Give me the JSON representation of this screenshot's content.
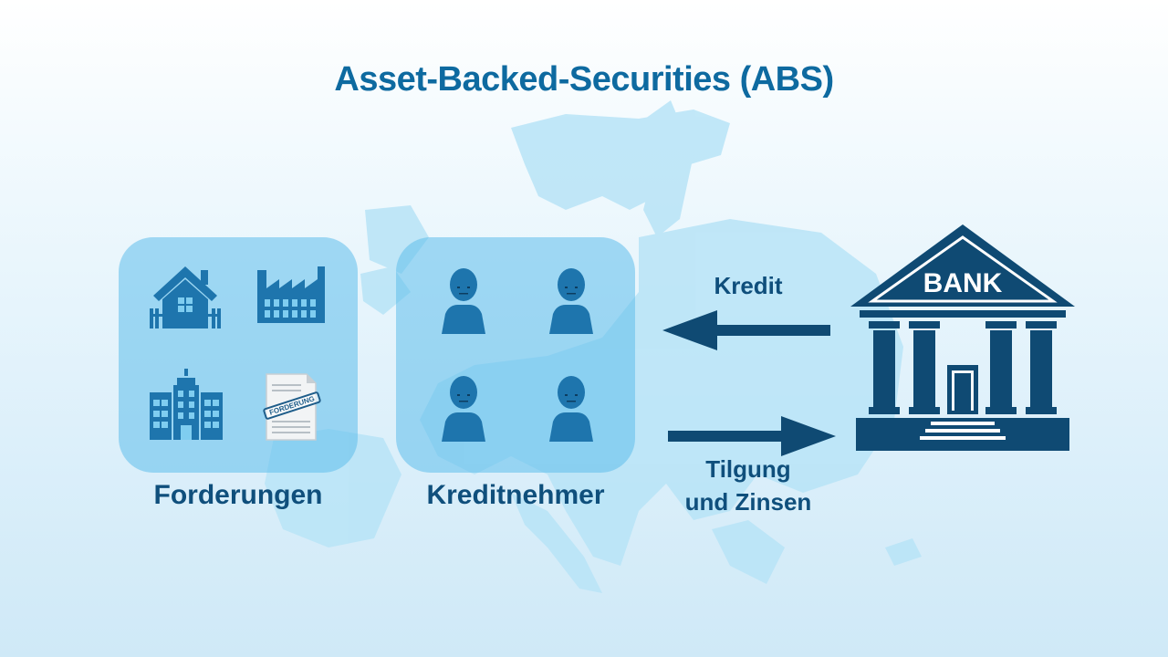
{
  "title": "Asset-Backed-Securities (ABS)",
  "panels": {
    "forderungen": {
      "label": "Forderungen",
      "items": [
        "house-icon",
        "factory-icon",
        "office-building-icon",
        "claim-document-icon"
      ],
      "document_stamp": "FORDERUNG"
    },
    "kreditnehmer": {
      "label": "Kreditnehmer",
      "items": [
        "person-icon",
        "person-icon",
        "person-icon",
        "person-icon"
      ]
    }
  },
  "flows": {
    "kredit": "Kredit",
    "tilgung_line1": "Tilgung",
    "tilgung_line2": "und Zinsen"
  },
  "bank": {
    "label": "BANK"
  },
  "colors": {
    "title": "#0e6aa0",
    "label": "#0f4f7c",
    "icon": "#1e75ad",
    "panel": "#5fbeeb",
    "bank": "#0f4a73",
    "map": "#b8e4f7"
  }
}
